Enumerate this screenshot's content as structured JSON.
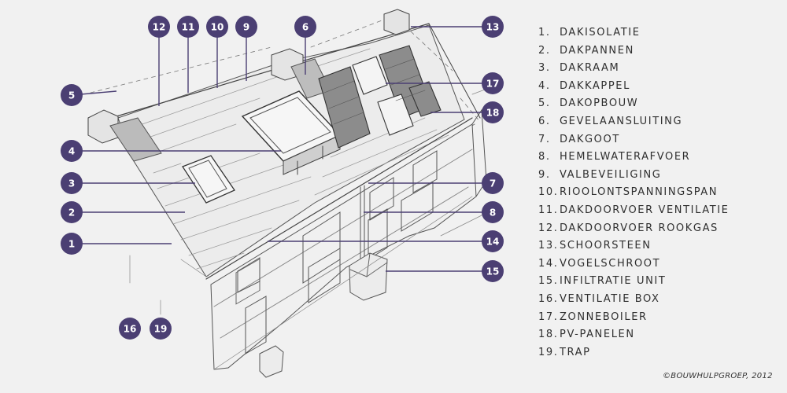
{
  "legend": [
    {
      "num": "1.",
      "label": "DAKISOLATIE"
    },
    {
      "num": "2.",
      "label": "DAKPANNEN"
    },
    {
      "num": "3.",
      "label": "DAKRAAM"
    },
    {
      "num": "4.",
      "label": "DAKKAPPEL"
    },
    {
      "num": "5.",
      "label": "DAKOPBOUW"
    },
    {
      "num": "6.",
      "label": "GEVELAANSLUITING"
    },
    {
      "num": "7.",
      "label": "DAKGOOT"
    },
    {
      "num": "8.",
      "label": "HEMELWATERAFVOER"
    },
    {
      "num": "9.",
      "label": "VALBEVEILIGING"
    },
    {
      "num": "10.",
      "label": "RIOOLONTSPANNINGSPAN"
    },
    {
      "num": "11.",
      "label": "DAKDOORVOER VENTILATIE"
    },
    {
      "num": "12.",
      "label": "DAKDOORVOER ROOKGAS"
    },
    {
      "num": "13.",
      "label": "SCHOORSTEEN"
    },
    {
      "num": "14.",
      "label": "VOGELSCHROOT"
    },
    {
      "num": "15.",
      "label": "INFILTRATIE UNIT"
    },
    {
      "num": "16.",
      "label": "VENTILATIE BOX"
    },
    {
      "num": "17.",
      "label": "ZONNEBOILER"
    },
    {
      "num": "18.",
      "label": "PV-PANELEN"
    },
    {
      "num": "19.",
      "label": "TRAP"
    }
  ],
  "badges": {
    "b1": "1",
    "b2": "2",
    "b3": "3",
    "b4": "4",
    "b5": "5",
    "b6": "6",
    "b7": "7",
    "b8": "8",
    "b9": "9",
    "b10": "10",
    "b11": "11",
    "b12": "12",
    "b13": "13",
    "b14": "14",
    "b15": "15",
    "b16": "16",
    "b17": "17",
    "b18": "18",
    "b19": "19"
  },
  "credit": "©BOUWHULPGROEP, 2012",
  "colors": {
    "badge_fill": "#4b3f73",
    "leader_line": "#4b3f73",
    "sketch_line": "#555555",
    "background": "#f1f1f1"
  }
}
